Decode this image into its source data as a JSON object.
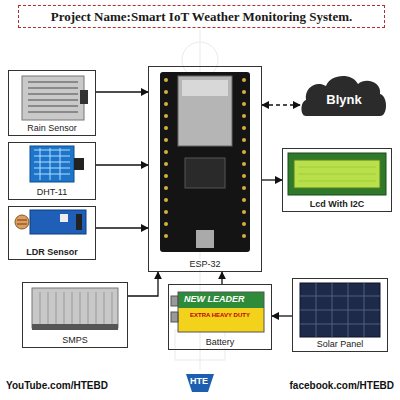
{
  "diagram": {
    "title": "Project Name:Smart IoT Weather Monitoring System.",
    "nodes": [
      {
        "text": [
          "Rain Sensor"
        ]
      },
      {
        "text": [
          "ESP-32"
        ]
      },
      {
        "text": [
          "Blynk"
        ]
      },
      {
        "text": [
          "DHT-11"
        ]
      },
      {
        "text": [
          "Lcd With I2C"
        ]
      },
      {
        "text": [
          "LDR Sensor"
        ]
      },
      {
        "text": [
          "SMPS"
        ]
      },
      {
        "text": [
          "Battery"
        ]
      },
      {
        "text": [
          "Solar Panel"
        ]
      }
    ],
    "edges": [
      {
        "from": 0,
        "to": 1,
        "arrow": "to"
      },
      {
        "from": 3,
        "to": 1,
        "arrow": "to"
      },
      {
        "from": 5,
        "to": 1,
        "arrow": "to"
      },
      {
        "from": 1,
        "to": 2,
        "arrow": "both"
      },
      {
        "from": 1,
        "to": 4,
        "arrow": "to"
      },
      {
        "from": 6,
        "to": 1,
        "arrow": "to"
      },
      {
        "from": 7,
        "to": 1,
        "arrow": "to"
      },
      {
        "from": 8,
        "to": 7,
        "arrow": "to"
      }
    ],
    "labels": [
      "NEW LEADER",
      "EXTRA HEAVY DUTY",
      "YouTube.com/HTEBD",
      "HTE",
      "facebook.com/HTEBD"
    ]
  }
}
